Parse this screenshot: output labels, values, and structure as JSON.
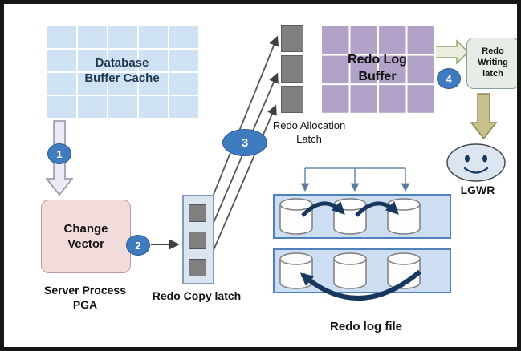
{
  "labels": {
    "database_buffer_cache": "Database Buffer Cache",
    "redo_log_buffer": "Redo Log Buffer",
    "redo_writing_latch": "Redo Writing latch",
    "redo_allocation_latch": "Redo Allocation Latch",
    "change_vector": "Change Vector",
    "server_process_pga": "Server Process PGA",
    "redo_copy_latch": "Redo Copy latch",
    "lgwr": "LGWR",
    "redo_log_file": "Redo log file"
  },
  "steps": {
    "s1": "1",
    "s2": "2",
    "s3": "3",
    "s4": "4"
  },
  "colors": {
    "cell_blue": "#cfe2f3",
    "cell_purple": "#b2a2c7",
    "latch_gray": "#7f7f7f",
    "step_badge_blue": "#3f7cbf",
    "change_vector_pink": "#f2dcdb",
    "file_box_blue": "#cdddf2",
    "file_box_border": "#4f81bd",
    "arrow_navy": "#17375e",
    "lgwr_fill": "#dce6f1",
    "tan_arrow": "#c9c08c"
  }
}
